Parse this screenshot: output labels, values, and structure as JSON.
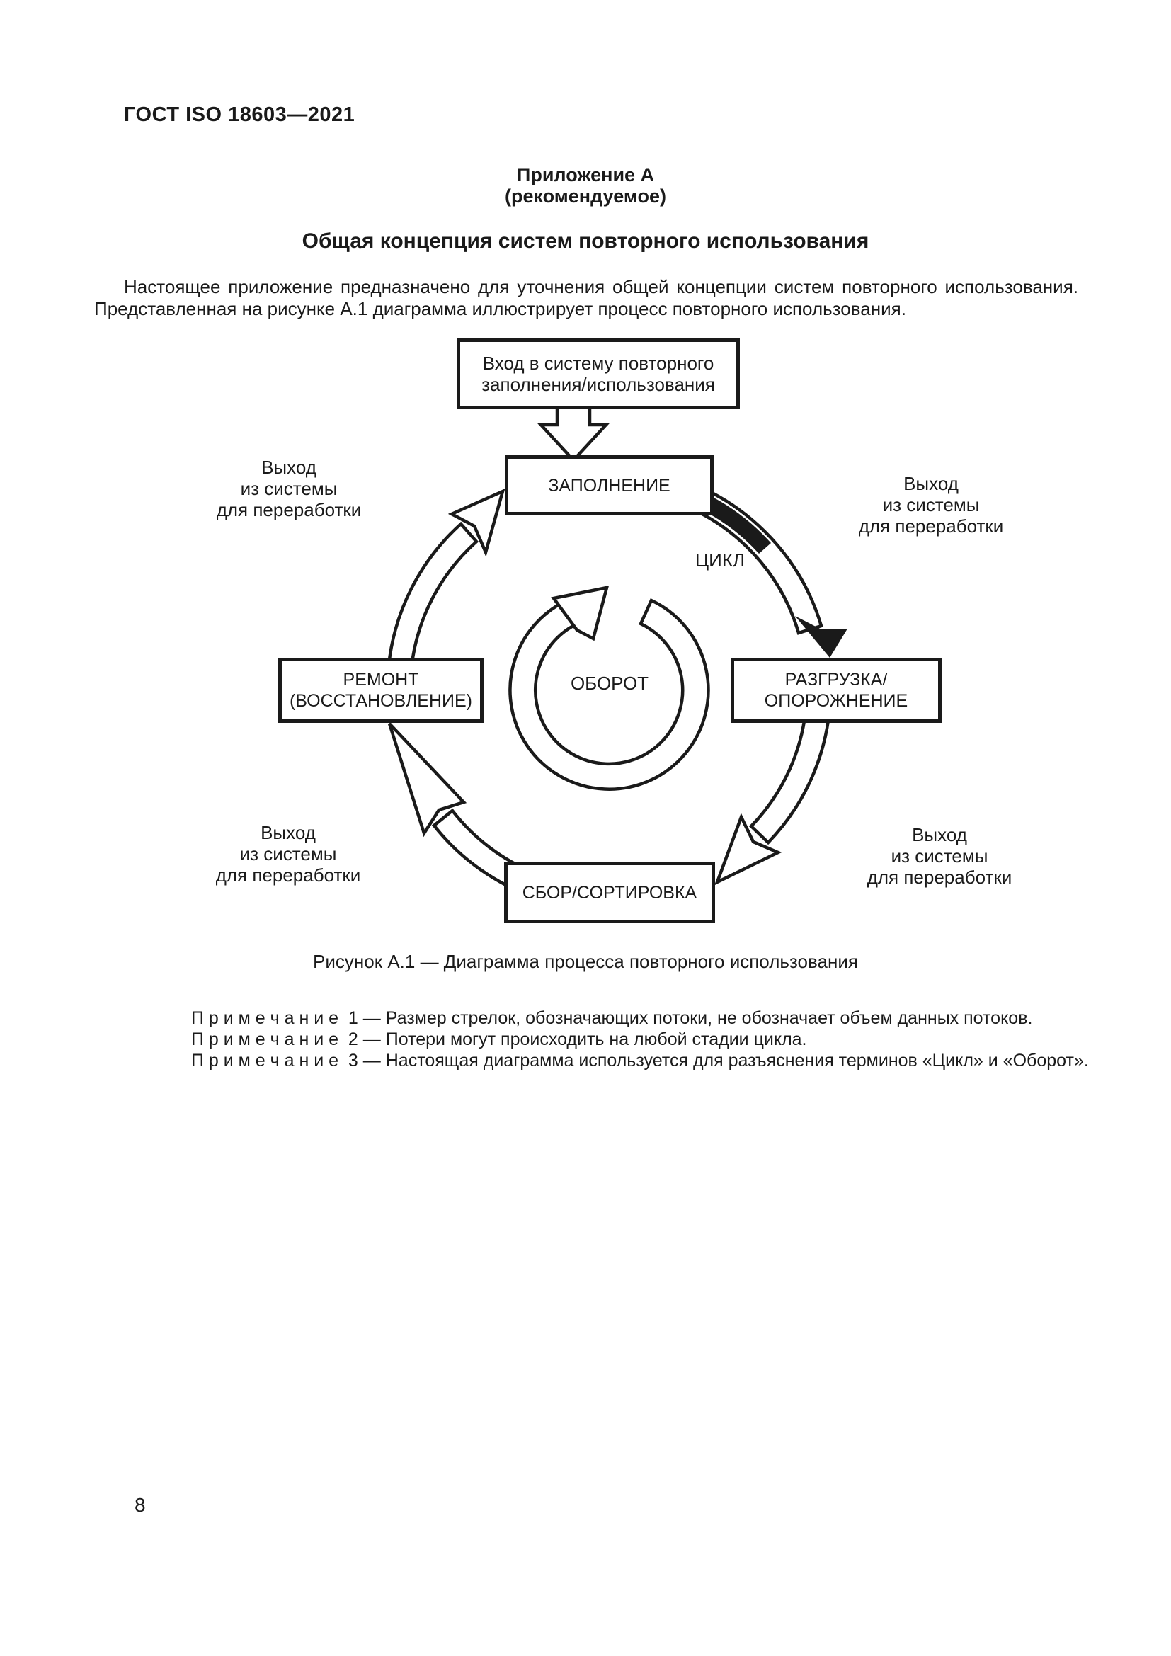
{
  "colors": {
    "ink": "#1a1a1a",
    "background": "#ffffff"
  },
  "header": {
    "doc_number": "ГОСТ ISO 18603—2021"
  },
  "appendix": {
    "title": "Приложение А",
    "subtitle": "(рекомендуемое)",
    "heading": "Общая концепция систем повторного использования"
  },
  "intro": {
    "line1": "Настоящее приложение предназначено для уточнения общей концепции систем повторного использования.",
    "line2": "Представленная на рисунке А.1 диаграмма иллюстрирует процесс повторного использования."
  },
  "diagram": {
    "entry": {
      "line1": "Вход в систему повторного",
      "line2": "заполнения/использования"
    },
    "stage_fill": "ЗАПОЛНЕНИЕ",
    "stage_discharge": {
      "line1": "РАЗГРУЗКА/",
      "line2": "ОПОРОЖНЕНИЕ"
    },
    "stage_repair": {
      "line1": "РЕМОНТ",
      "line2": "(ВОССТАНОВЛЕНИЕ)"
    },
    "stage_collect": "СБОР/СОРТИРОВКА",
    "center_label": "ОБОРОТ",
    "cycle_label": "ЦИКЛ",
    "exit_label": {
      "line1": "Выход",
      "line2": "из системы",
      "line3": "для переработки"
    }
  },
  "figure": {
    "caption": "Рисунок А.1 — Диаграмма процесса повторного использования"
  },
  "notes": [
    "П р и м е ч а н и е  1 — Размер стрелок, обозначающих потоки, не обозначает объем данных потоков.",
    "П р и м е ч а н и е  2 — Потери могут происходить на любой стадии цикла.",
    "П р и м е ч а н и е  3 — Настоящая диаграмма используется для разъяснения терминов «Цикл» и «Оборот»."
  ],
  "page": {
    "number": "8"
  }
}
